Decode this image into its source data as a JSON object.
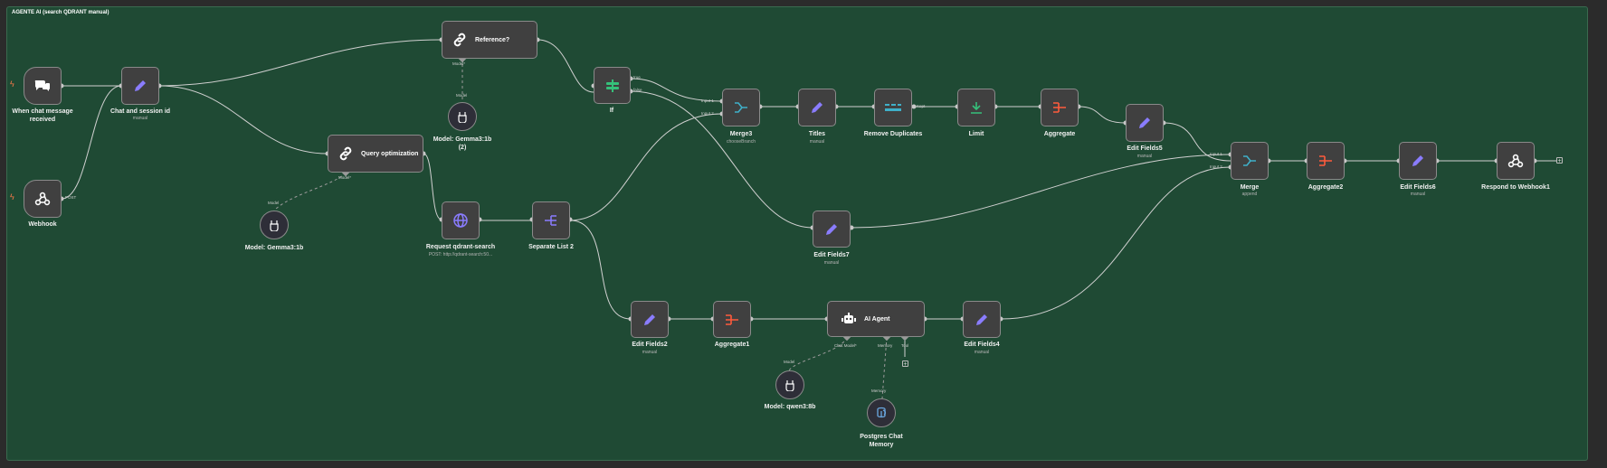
{
  "workflow": {
    "sticky_title": "AGENTE AI (search QDRANT manual)"
  },
  "nodes": {
    "chat_trigger": {
      "label": "When chat message received",
      "icon": "chat-icon"
    },
    "webhook": {
      "label": "Webhook",
      "port": "POST",
      "icon": "webhook-icon"
    },
    "chat_session": {
      "label": "Chat and session id",
      "sub": "manual",
      "icon": "pencil-icon"
    },
    "reference": {
      "label": "Reference?",
      "port": "Model*",
      "icon": "link-icon"
    },
    "model_gemma_2": {
      "label": "Model: Gemma3:1b (2)",
      "port": "Model",
      "icon": "model-icon"
    },
    "query_opt": {
      "label": "Query optimization",
      "port": "Model*",
      "icon": "link-icon"
    },
    "model_gemma": {
      "label": "Model: Gemma3:1b",
      "port": "Model",
      "icon": "model-icon"
    },
    "request_qdrant": {
      "label": "Request qdrant-search",
      "sub": "POST: http://qdrant-search:50...",
      "icon": "globe-icon"
    },
    "separate_list": {
      "label": "Separate List 2",
      "icon": "split-icon"
    },
    "if": {
      "label": "If",
      "port_true": "true",
      "port_false": "false",
      "icon": "if-icon"
    },
    "merge3": {
      "label": "Merge3",
      "sub": "chooseBranch",
      "input1": "Input 1",
      "input2": "Input 2",
      "icon": "merge-icon"
    },
    "titles": {
      "label": "Titles",
      "sub": "manual",
      "icon": "pencil-icon"
    },
    "remove_dup": {
      "label": "Remove Duplicates",
      "port": "Kept",
      "icon": "remove-dup-icon"
    },
    "limit": {
      "label": "Limit",
      "icon": "limit-icon"
    },
    "aggregate": {
      "label": "Aggregate",
      "icon": "aggregate-icon"
    },
    "edit_fields5": {
      "label": "Edit Fields5",
      "sub": "manual",
      "icon": "pencil-icon"
    },
    "edit_fields7": {
      "label": "Edit Fields7",
      "sub": "manual",
      "icon": "pencil-icon"
    },
    "merge": {
      "label": "Merge",
      "sub": "append",
      "input1": "Input 1",
      "input2": "Input 2",
      "icon": "merge-icon"
    },
    "aggregate2": {
      "label": "Aggregate2",
      "icon": "aggregate-icon"
    },
    "edit_fields6": {
      "label": "Edit Fields6",
      "sub": "manual",
      "icon": "pencil-icon"
    },
    "respond": {
      "label": "Respond to Webhook1",
      "icon": "webhook-icon"
    },
    "edit_fields2": {
      "label": "Edit Fields2",
      "sub": "manual",
      "icon": "pencil-icon"
    },
    "aggregate1": {
      "label": "Aggregate1",
      "icon": "aggregate-icon"
    },
    "ai_agent": {
      "label": "AI Agent",
      "port_chat": "Chat Model*",
      "port_memory": "Memory",
      "port_tool": "Tool",
      "icon": "robot-icon"
    },
    "edit_fields4": {
      "label": "Edit Fields4",
      "sub": "manual",
      "icon": "pencil-icon"
    },
    "model_qwen": {
      "label": "Model: qwen3:8b",
      "port": "Model",
      "icon": "model-icon"
    },
    "postgres": {
      "label": "Postgres Chat Memory",
      "port": "Memory",
      "icon": "postgres-icon"
    }
  },
  "colors": {
    "canvas": "#2b2b2b",
    "sticky": "#1f4a34",
    "node": "#404040",
    "pencil": "#8a7cff",
    "merge": "#3fb0c9",
    "green": "#35c07a",
    "aggregate": "#ff5a3c",
    "trigger": "#ff7a4a"
  }
}
